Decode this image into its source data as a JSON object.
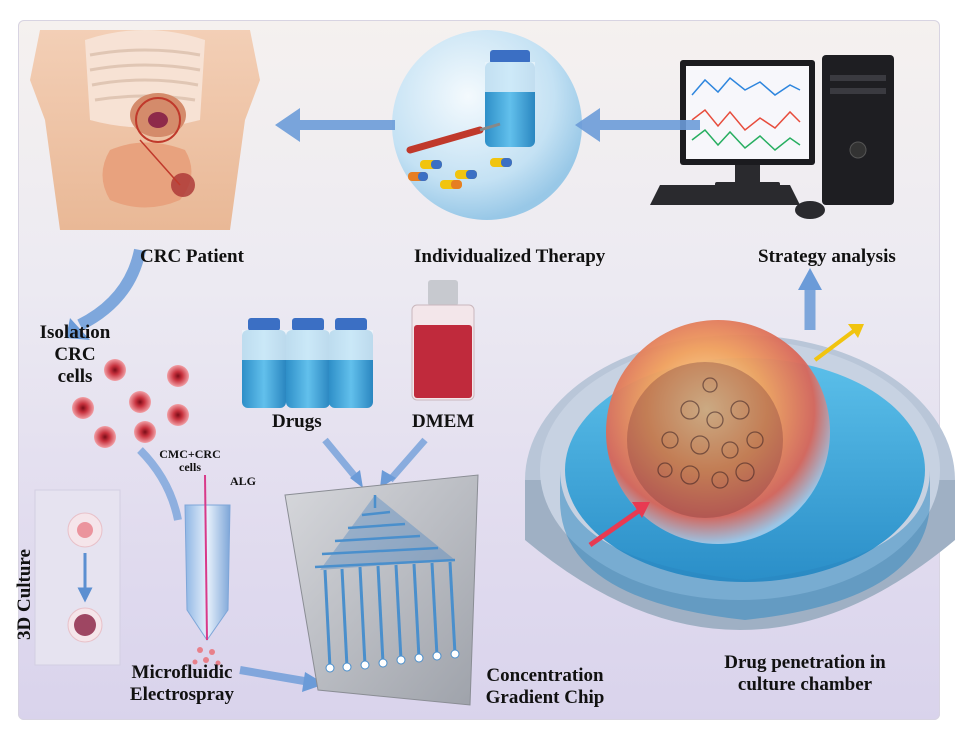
{
  "labels": {
    "crc_patient": "CRC Patient",
    "individualized_therapy": "Individualized Therapy",
    "strategy_analysis": "Strategy analysis",
    "isolation_line1": "Isolation",
    "isolation_line2": "CRC",
    "isolation_line3": "cells",
    "drugs": "Drugs",
    "dmem": "DMEM",
    "cmc_crc_line1": "CMC+CRC",
    "cmc_crc_line2": "cells",
    "alg": "ALG",
    "culture_3d": "3D Culture",
    "microfluidic_line1": "Microfluidic",
    "microfluidic_line2": "Electrospray",
    "gradient_line1": "Concentration",
    "gradient_line2": "Gradient Chip",
    "penetration_line1": "Drug penetration in",
    "penetration_line2": "culture chamber"
  },
  "colors": {
    "arrow": "#5b8fd1",
    "bottle_fill": "#3aa6dc",
    "bottle_cap": "#3b6fc4",
    "dmem_fill": "#c02a3c",
    "cell": "#c8323e",
    "chamber": "#3fa8d8",
    "organoid": "#e98a4a"
  },
  "icons": [
    "human-torso-icon",
    "medicine-bubble-icon",
    "computer-icon",
    "drug-bottle-icon",
    "dmem-flask-icon",
    "cell-icon",
    "electrospray-tube-icon",
    "gradient-chip-icon",
    "culture-chamber-icon",
    "organoid-icon"
  ]
}
